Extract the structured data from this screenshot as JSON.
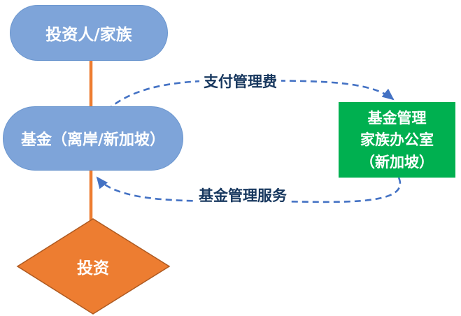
{
  "nodes": {
    "investor": {
      "label": "投资人/家族"
    },
    "fund": {
      "label": "基金（离岸/新加坡）"
    },
    "invest": {
      "label": "投资"
    },
    "manager": {
      "lines": [
        "基金管理",
        "家族办公室",
        "（新加坡）"
      ]
    }
  },
  "edges": {
    "fee": {
      "label": "支付管理费"
    },
    "service": {
      "label": "基金管理服务"
    }
  },
  "colors": {
    "blue_fill": "#7EA4D9",
    "blue_border": "#6B96CE",
    "orange_fill": "#ED7D31",
    "orange_border": "#AE5A21",
    "green_fill": "#00B050",
    "arrow_blue": "#4472C4",
    "label_text": "#17375E",
    "node_text": "#FFFFFF"
  }
}
